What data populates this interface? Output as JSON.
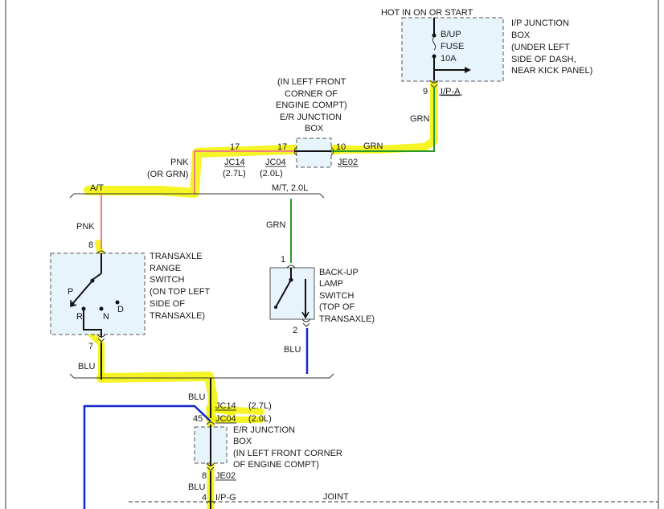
{
  "ip_box": {
    "supply": "HOT IN ON OR START",
    "fuse_name": "B/UP",
    "fuse_word": "FUSE",
    "fuse_rating": "10A",
    "title": [
      "I/P JUNCTION",
      "BOX",
      "(UNDER LEFT",
      "SIDE OF DASH,",
      "NEAR KICK PANEL)"
    ],
    "pin": "9",
    "connector": "I/P-A"
  },
  "er_box_top": {
    "title": [
      "(IN LEFT FRONT",
      "CORNER OF",
      "ENGINE COMPT)",
      "E/R JUNCTION",
      "BOX"
    ],
    "pin_left": "17",
    "pin_right": "10",
    "connector": "JE02"
  },
  "wires": {
    "grn_vertical": "GRN",
    "grn_horizontal": "GRN",
    "pnk_top": "PNK",
    "or_grn": "(OR GRN)",
    "pin_17": "17",
    "jc14": "JC14",
    "jc14_engine": "(2.7L)",
    "jc04": "JC04",
    "jc04_engine": "(2.0L)",
    "pnk_left": "PNK",
    "grn_mt": "GRN",
    "blu_right": "BLU",
    "blu_left": "BLU"
  },
  "branches": {
    "at": "A/T",
    "mt": "M/T, 2.0L"
  },
  "transaxle_switch": {
    "pin_top": "8",
    "pin_bottom": "7",
    "title": [
      "TRANSAXLE",
      "RANGE",
      "SWITCH",
      "(ON TOP LEFT",
      "SIDE OF",
      "TRANSAXLE)"
    ],
    "pos_p": "P",
    "pos_r": "R",
    "pos_n": "N",
    "pos_d": "D"
  },
  "backup_switch": {
    "pin_top": "1",
    "pin_bottom": "2",
    "title": [
      "BACK-UP",
      "LAMP",
      "SWITCH",
      "(TOP OF",
      "TRANSAXLE)"
    ]
  },
  "er_box_bottom": {
    "wire": "BLU",
    "jc14": "JC14",
    "jc14_engine": "(2.7L)",
    "pin_45": "45",
    "jc04": "JC04",
    "jc04_engine": "(2.0L)",
    "title": [
      "E/R JUNCTION",
      "BOX",
      "(IN LEFT FRONT CORNER",
      "OF ENGINE COMPT)"
    ],
    "pin_8": "8",
    "connector": "JE02",
    "wire_below": "BLU",
    "pin_4": "4",
    "connector_ipg": "I/P-G",
    "joint": "JOINT"
  },
  "colors": {
    "highlight": "#f2f200",
    "green_wire": "#2a9a2a",
    "pink_wire": "#f08080",
    "blue_wire": "#1428c8",
    "box_fill": "#e8f4fb"
  }
}
